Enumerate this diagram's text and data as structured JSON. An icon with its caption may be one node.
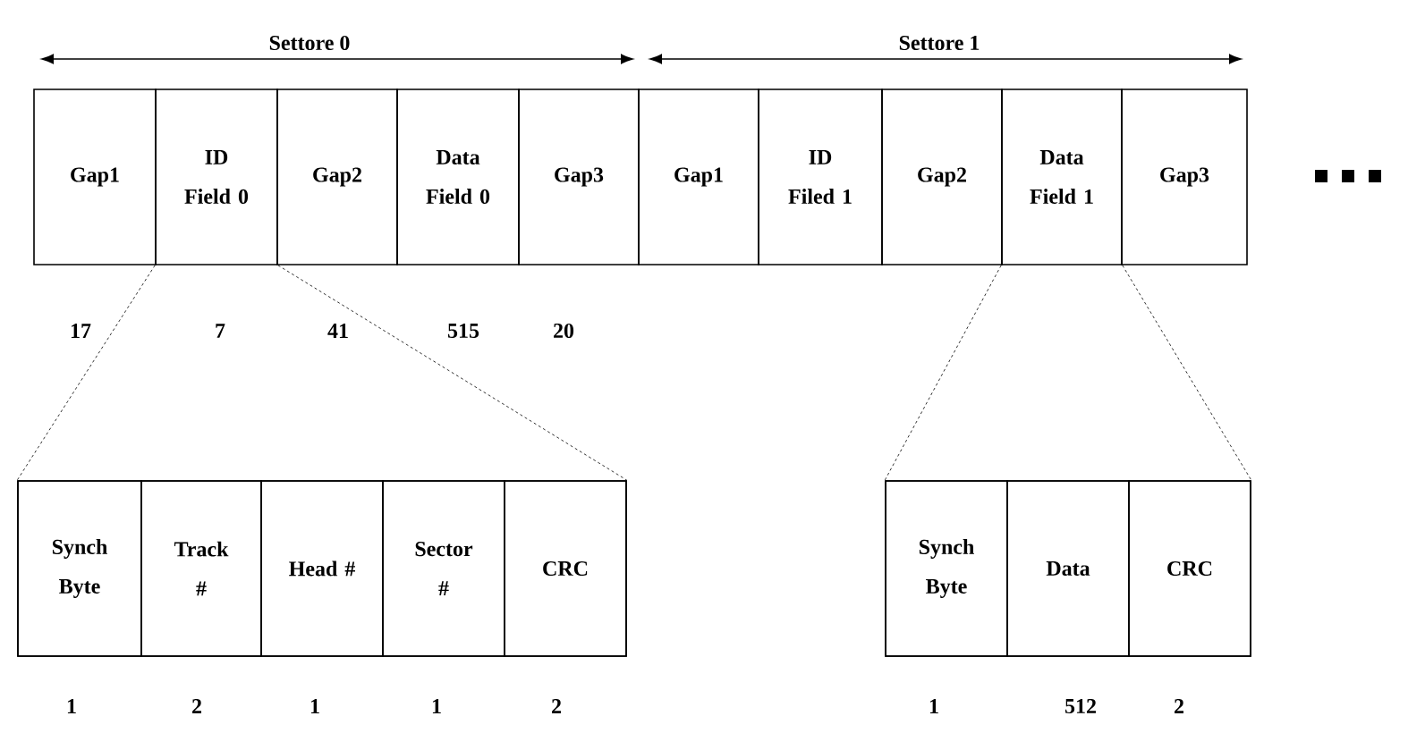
{
  "diagram": {
    "nodes": [
      {
        "text": [
          "Gap1"
        ]
      },
      {
        "text": [
          "ID Field 0"
        ]
      },
      {
        "text": [
          "Gap2"
        ]
      },
      {
        "text": [
          "Data Field 0"
        ]
      },
      {
        "text": [
          "Gap3"
        ]
      },
      {
        "text": [
          "Gap1"
        ]
      },
      {
        "text": [
          "ID Filed 1"
        ]
      },
      {
        "text": [
          "Gap2"
        ]
      },
      {
        "text": [
          "Data Field 1"
        ]
      },
      {
        "text": [
          "Gap3"
        ]
      },
      {
        "text": [],
        "shape": "box"
      },
      {
        "text": [
          "Synch Byte"
        ],
        "in": 10
      },
      {
        "text": [
          "Track #"
        ],
        "in": 10
      },
      {
        "text": [
          "Head #"
        ],
        "in": 10
      },
      {
        "text": [
          "Sector #"
        ],
        "in": 10
      },
      {
        "text": [
          "CRC"
        ],
        "in": 10
      },
      {
        "text": [],
        "shape": "box"
      },
      {
        "text": [
          "Synch Byte"
        ],
        "in": 16
      },
      {
        "text": [
          "Data"
        ],
        "in": 16
      },
      {
        "text": [
          "CRC"
        ],
        "in": 16
      }
    ],
    "edges": [
      {
        "from": 1,
        "to": 10,
        "arrow": "none",
        "style": "dashed"
      },
      {
        "from": 1,
        "to": 10,
        "arrow": "none",
        "style": "dashed"
      },
      {
        "from": 8,
        "to": 16,
        "arrow": "none",
        "style": "dashed"
      },
      {
        "from": 8,
        "to": 16,
        "arrow": "none",
        "style": "dashed"
      }
    ],
    "labels": [
      "Settore 0",
      "Settore 1",
      "17",
      "7",
      "41",
      "515",
      "20",
      "1",
      "2",
      "1",
      "1",
      "2",
      "1",
      "512",
      "2"
    ]
  }
}
